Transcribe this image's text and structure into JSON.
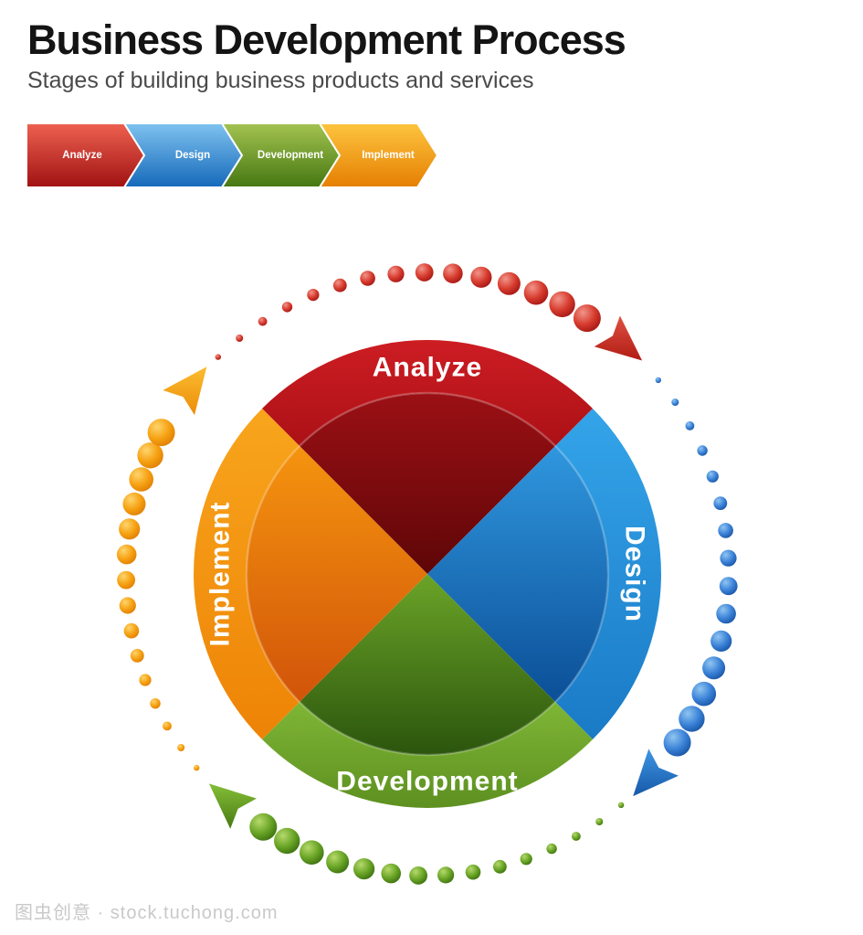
{
  "header": {
    "title": "Business Development Process",
    "subtitle": "Stages of building business products and services"
  },
  "flow": {
    "steps": [
      {
        "label": "Analyze",
        "color_top": "#ee6150",
        "color_bottom": "#a01212"
      },
      {
        "label": "Design",
        "color_top": "#7fc2ef",
        "color_bottom": "#1569ba"
      },
      {
        "label": "Development",
        "color_top": "#a3c350",
        "color_bottom": "#467712"
      },
      {
        "label": "Implement",
        "color_top": "#fdc53f",
        "color_bottom": "#e67f02"
      }
    ]
  },
  "wheel": {
    "direction": "clockwise",
    "segments": [
      {
        "label": "Analyze",
        "position": "top",
        "accent": "#c9191f",
        "band_color_top": "#cd1d23",
        "band_color_bottom": "#ab1116",
        "inner_color_top": "#9b1014",
        "inner_color_bottom": "#5e0608",
        "dot_color": "#d63b2d"
      },
      {
        "label": "Design",
        "position": "right",
        "accent": "#2196e3",
        "band_color_top": "#34a4e9",
        "band_color_bottom": "#1a7ac6",
        "inner_color_top": "#3097de",
        "inner_color_bottom": "#0b4f97",
        "dot_color": "#3b82d8"
      },
      {
        "label": "Development",
        "position": "bottom",
        "accent": "#6aa32a",
        "band_color_top": "#7fb636",
        "band_color_bottom": "#5d9020",
        "inner_color_top": "#6ba428",
        "inner_color_bottom": "#2b550d",
        "dot_color": "#68a425"
      },
      {
        "label": "Implement",
        "position": "left",
        "accent": "#f0820a",
        "band_color_top": "#f8a51d",
        "band_color_bottom": "#ee8306",
        "inner_color_top": "#f5940f",
        "inner_color_bottom": "#d15409",
        "dot_color": "#f6a112"
      }
    ]
  },
  "watermark": {
    "text": "图虫创意 · stock.tuchong.com"
  }
}
